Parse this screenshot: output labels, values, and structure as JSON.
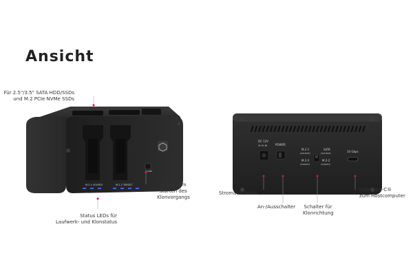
{
  "page": {
    "title": "Ansicht"
  },
  "callouts": {
    "drive_support": {
      "line1": "Für 2.5\"/3.5\" SATA HDD/SSDs",
      "line2": "und M.2 PCIe NVMe SSDs"
    },
    "clone_button": {
      "line1": "Knopf zum",
      "line2": "starten des",
      "line3": "Klonvorgangs"
    },
    "status_leds": {
      "line1": "Status LEDs für",
      "line2": "Laufwerk- und Klonstatus"
    },
    "power_connector": {
      "line1": "Stromanschluss"
    },
    "power_switch": {
      "line1": "An-/Ausschalter"
    },
    "clone_direction": {
      "line1": "Schalter für",
      "line2": "Klonrichtung"
    },
    "usb_port": {
      "line1": "USB Type-C®",
      "line2": "zum Hostcomputer"
    }
  },
  "back_panel": {
    "dc_label_1": "DC 12V",
    "dc_label_2": "⊖-⊙-⊕",
    "power_label": "POWER",
    "m2_top": "M.2-1",
    "m2_top_sub": "(SOURCE)",
    "m2_bottom": "M.2-2",
    "m2_bottom_sub": "(TARGET)",
    "sata_top": "SATA",
    "sata_top_sub": "(SOURCE)",
    "sata_bottom": "M.2-2",
    "sata_bottom_sub": "(TARGET)",
    "usb_label": "10 Gbps"
  },
  "front_panel": {
    "slot1_label": "M.2-1 SOURCE",
    "slot2_label": "M.2-2 TARGET",
    "button_label": "CLONE"
  },
  "colors": {
    "device_body": "#2b2b2b",
    "device_dark": "#1b1b1b",
    "callout_dot": "#d5173a",
    "led_blue": "#2f6fd6"
  }
}
